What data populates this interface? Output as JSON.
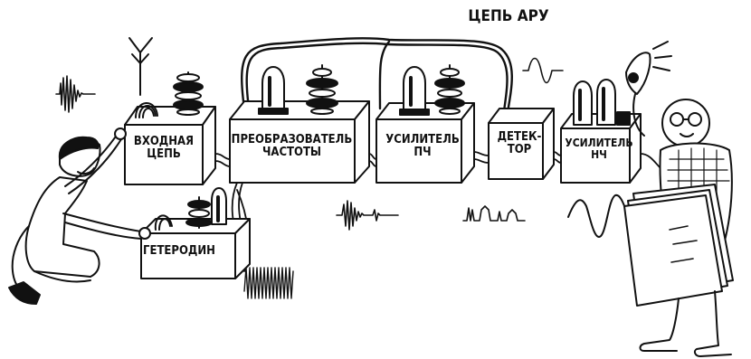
{
  "blocks": {
    "input": {
      "line1": "ВХОДНАЯ",
      "line2": "ЦЕПЬ"
    },
    "converter": {
      "line1": "ПРЕОБРАЗОВАТЕЛЬ",
      "line2": "ЧАСТОТЫ"
    },
    "if_amp": {
      "line1": "УСИЛИТЕЛЬ",
      "line2": "ПЧ"
    },
    "detector": {
      "line1": "ДЕТЕК-",
      "line2": "ТОР"
    },
    "af_amp": {
      "line1": "УСИЛИТЕЛЬ",
      "line2": "НЧ"
    },
    "oscillator": {
      "label": "ГЕТЕРОДИН"
    }
  },
  "agc_label": "ЦЕПЬ АРУ",
  "icons": [
    "antenna-icon",
    "vacuum-tube-icon",
    "variable-capacitor-icon",
    "loudspeaker-icon",
    "boy-kneeling-figure",
    "boy-with-glasses-figure"
  ]
}
